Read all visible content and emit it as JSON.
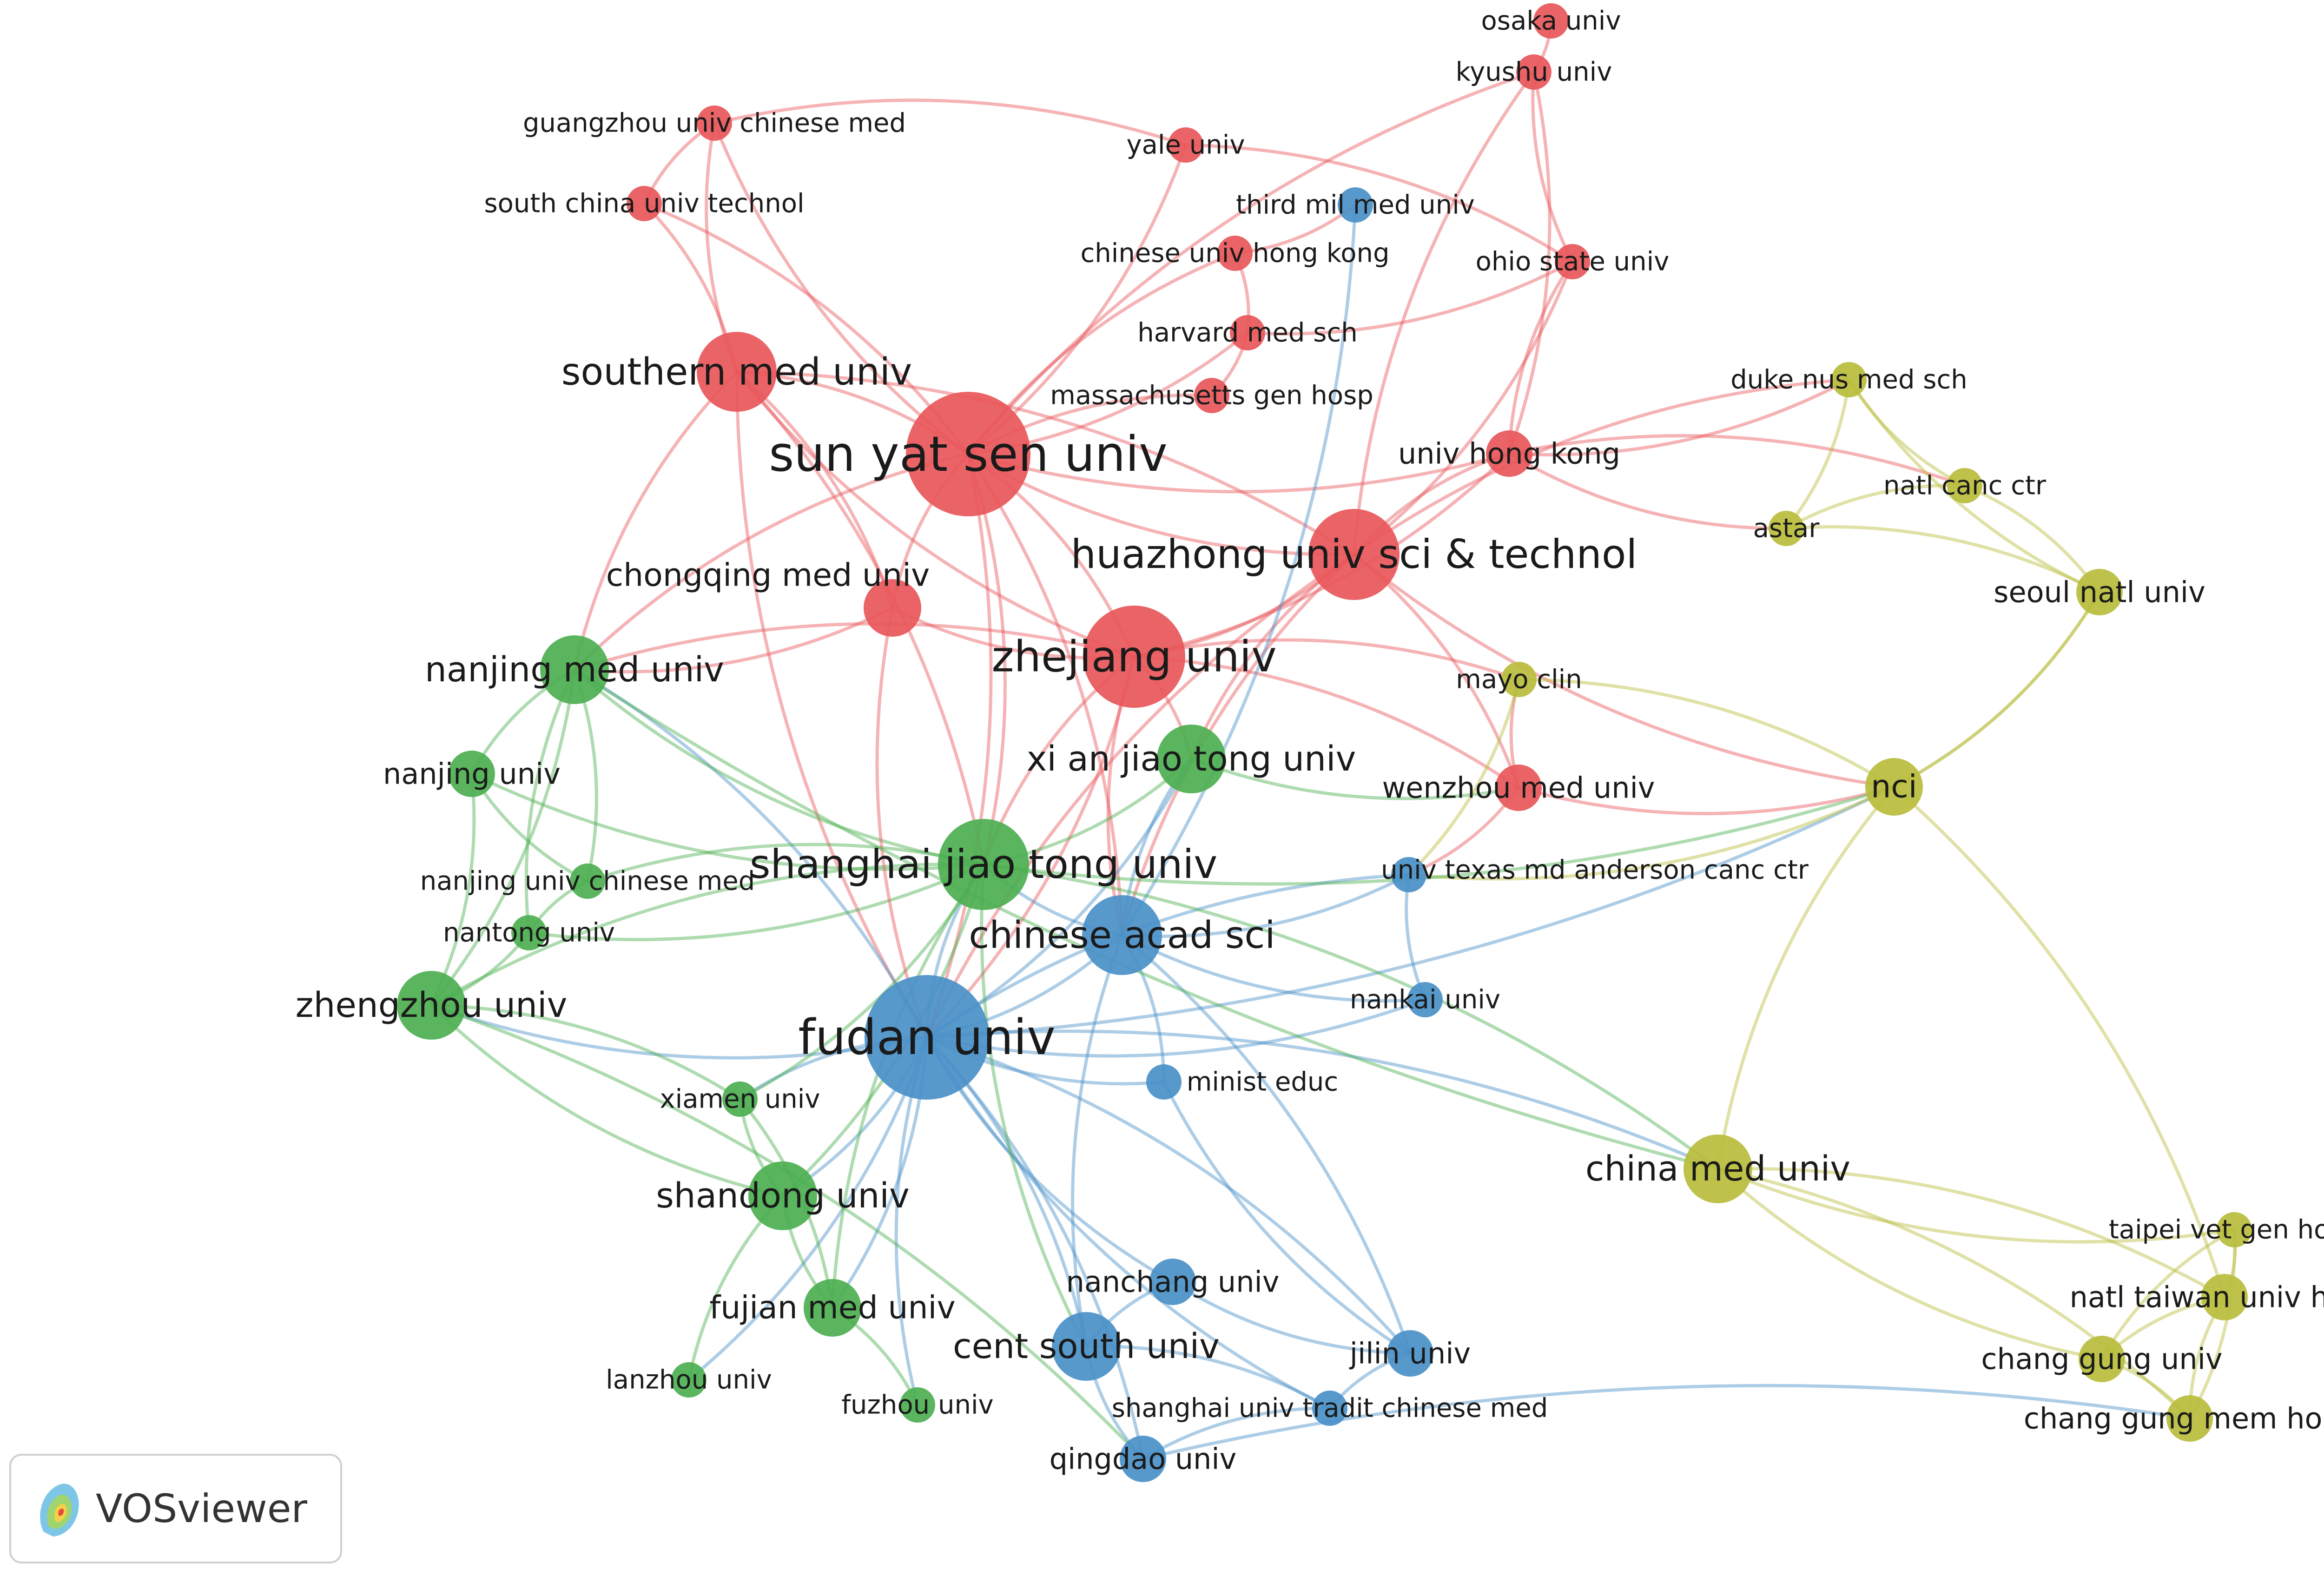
{
  "app": {
    "name": "VOSviewer"
  },
  "clusters": {
    "red": "#e8575a",
    "green": "#4caf50",
    "blue": "#4a90c8",
    "yellow": "#b9bd3c"
  },
  "nodes": [
    {
      "id": "sun_yat_sen",
      "label": "sun yat sen univ",
      "cluster": "red",
      "weight": 10
    },
    {
      "id": "southern_med",
      "label": "southern med univ",
      "cluster": "red",
      "weight": 6
    },
    {
      "id": "zhejiang",
      "label": "zhejiang univ",
      "cluster": "red",
      "weight": 8
    },
    {
      "id": "huazhong",
      "label": "huazhong univ sci & technol",
      "cluster": "red",
      "weight": 7
    },
    {
      "id": "chongqing",
      "label": "chongqing med univ",
      "cluster": "red",
      "weight": 4
    },
    {
      "id": "guangzhou_cm",
      "label": "guangzhou univ chinese med",
      "cluster": "red",
      "weight": 2
    },
    {
      "id": "south_china_tech",
      "label": "south china univ technol",
      "cluster": "red",
      "weight": 2
    },
    {
      "id": "yale",
      "label": "yale univ",
      "cluster": "red",
      "weight": 2
    },
    {
      "id": "osaka",
      "label": "osaka univ",
      "cluster": "red",
      "weight": 2
    },
    {
      "id": "kyushu",
      "label": "kyushu univ",
      "cluster": "red",
      "weight": 2
    },
    {
      "id": "chinese_hk",
      "label": "chinese univ hong kong",
      "cluster": "red",
      "weight": 2
    },
    {
      "id": "ohio",
      "label": "ohio state univ",
      "cluster": "red",
      "weight": 2
    },
    {
      "id": "harvard",
      "label": "harvard med sch",
      "cluster": "red",
      "weight": 2
    },
    {
      "id": "mass_gen",
      "label": "massachusetts gen hosp",
      "cluster": "red",
      "weight": 2
    },
    {
      "id": "hong_kong",
      "label": "univ hong kong",
      "cluster": "red",
      "weight": 3
    },
    {
      "id": "wenzhou",
      "label": "wenzhou med univ",
      "cluster": "red",
      "weight": 3
    },
    {
      "id": "third_mil",
      "label": "third mil med univ",
      "cluster": "blue",
      "weight": 2
    },
    {
      "id": "fudan",
      "label": "fudan univ",
      "cluster": "blue",
      "weight": 10
    },
    {
      "id": "chinese_acad",
      "label": "chinese acad sci",
      "cluster": "blue",
      "weight": 6
    },
    {
      "id": "nankai",
      "label": "nankai univ",
      "cluster": "blue",
      "weight": 2
    },
    {
      "id": "minist_educ",
      "label": "minist educ",
      "cluster": "blue",
      "weight": 2
    },
    {
      "id": "ut_md",
      "label": "univ texas md anderson canc ctr",
      "cluster": "blue",
      "weight": 2
    },
    {
      "id": "nanchang",
      "label": "nanchang univ",
      "cluster": "blue",
      "weight": 3
    },
    {
      "id": "cent_south",
      "label": "cent south univ",
      "cluster": "blue",
      "weight": 5
    },
    {
      "id": "jilin",
      "label": "jilin univ",
      "cluster": "blue",
      "weight": 3
    },
    {
      "id": "shanghai_tcm",
      "label": "shanghai univ tradit chinese med",
      "cluster": "blue",
      "weight": 2
    },
    {
      "id": "qingdao",
      "label": "qingdao univ",
      "cluster": "blue",
      "weight": 3
    },
    {
      "id": "nanjing_med",
      "label": "nanjing med univ",
      "cluster": "green",
      "weight": 5
    },
    {
      "id": "nanjing",
      "label": "nanjing univ",
      "cluster": "green",
      "weight": 3
    },
    {
      "id": "nanjing_cm",
      "label": "nanjing univ chinese med",
      "cluster": "green",
      "weight": 2
    },
    {
      "id": "nantong",
      "label": "nantong univ",
      "cluster": "green",
      "weight": 2
    },
    {
      "id": "zhengzhou",
      "label": "zhengzhou univ",
      "cluster": "green",
      "weight": 5
    },
    {
      "id": "xi_an",
      "label": "xi an jiao tong univ",
      "cluster": "green",
      "weight": 5
    },
    {
      "id": "shanghai_jt",
      "label": "shanghai jiao tong univ",
      "cluster": "green",
      "weight": 7
    },
    {
      "id": "xiamen",
      "label": "xiamen univ",
      "cluster": "green",
      "weight": 2
    },
    {
      "id": "shandong",
      "label": "shandong univ",
      "cluster": "green",
      "weight": 5
    },
    {
      "id": "fujian",
      "label": "fujian med univ",
      "cluster": "green",
      "weight": 4
    },
    {
      "id": "lanzhou",
      "label": "lanzhou univ",
      "cluster": "green",
      "weight": 2
    },
    {
      "id": "fuzhou",
      "label": "fuzhou univ",
      "cluster": "green",
      "weight": 2
    },
    {
      "id": "duke_nus",
      "label": "duke nus med sch",
      "cluster": "yellow",
      "weight": 2
    },
    {
      "id": "natl_canc",
      "label": "natl canc ctr",
      "cluster": "yellow",
      "weight": 2
    },
    {
      "id": "astar",
      "label": "astar",
      "cluster": "yellow",
      "weight": 2
    },
    {
      "id": "seoul",
      "label": "seoul natl univ",
      "cluster": "yellow",
      "weight": 3
    },
    {
      "id": "mayo",
      "label": "mayo clin",
      "cluster": "yellow",
      "weight": 2
    },
    {
      "id": "nci",
      "label": "nci",
      "cluster": "yellow",
      "weight": 4
    },
    {
      "id": "china_med",
      "label": "china med univ",
      "cluster": "yellow",
      "weight": 5
    },
    {
      "id": "taipei_vet",
      "label": "taipei vet gen hosp",
      "cluster": "yellow",
      "weight": 2
    },
    {
      "id": "natl_taiwan",
      "label": "natl taiwan univ hosp",
      "cluster": "yellow",
      "weight": 3
    },
    {
      "id": "chang_gung_univ",
      "label": "chang gung univ",
      "cluster": "yellow",
      "weight": 3
    },
    {
      "id": "chang_gung_mem",
      "label": "chang gung mem hosp",
      "cluster": "yellow",
      "weight": 3
    }
  ],
  "edges": [
    [
      "sun_yat_sen",
      "southern_med"
    ],
    [
      "sun_yat_sen",
      "zhejiang"
    ],
    [
      "sun_yat_sen",
      "huazhong"
    ],
    [
      "sun_yat_sen",
      "fudan"
    ],
    [
      "sun_yat_sen",
      "chongqing"
    ],
    [
      "sun_yat_sen",
      "guangzhou_cm"
    ],
    [
      "sun_yat_sen",
      "south_china_tech"
    ],
    [
      "sun_yat_sen",
      "chinese_hk"
    ],
    [
      "sun_yat_sen",
      "hong_kong"
    ],
    [
      "sun_yat_sen",
      "shanghai_jt"
    ],
    [
      "sun_yat_sen",
      "nanjing_med"
    ],
    [
      "sun_yat_sen",
      "chinese_acad"
    ],
    [
      "sun_yat_sen",
      "harvard"
    ],
    [
      "sun_yat_sen",
      "mass_gen"
    ],
    [
      "sun_yat_sen",
      "yale"
    ],
    [
      "sun_yat_sen",
      "kyushu"
    ],
    [
      "southern_med",
      "south_china_tech"
    ],
    [
      "southern_med",
      "guangzhou_cm"
    ],
    [
      "southern_med",
      "zhejiang"
    ],
    [
      "southern_med",
      "chongqing"
    ],
    [
      "southern_med",
      "fudan"
    ],
    [
      "southern_med",
      "shanghai_jt"
    ],
    [
      "southern_med",
      "nanjing_med"
    ],
    [
      "southern_med",
      "huazhong"
    ],
    [
      "zhejiang",
      "huazhong"
    ],
    [
      "zhejiang",
      "fudan"
    ],
    [
      "zhejiang",
      "shanghai_jt"
    ],
    [
      "zhejiang",
      "wenzhou"
    ],
    [
      "zhejiang",
      "chinese_acad"
    ],
    [
      "zhejiang",
      "xi_an"
    ],
    [
      "zhejiang",
      "nanjing_med"
    ],
    [
      "zhejiang",
      "chongqing"
    ],
    [
      "zhejiang",
      "hong_kong"
    ],
    [
      "zhejiang",
      "mayo"
    ],
    [
      "huazhong",
      "fudan"
    ],
    [
      "huazhong",
      "hong_kong"
    ],
    [
      "huazhong",
      "chinese_acad"
    ],
    [
      "huazhong",
      "wenzhou"
    ],
    [
      "huazhong",
      "xi_an"
    ],
    [
      "huazhong",
      "kyushu"
    ],
    [
      "huazhong",
      "ohio"
    ],
    [
      "huazhong",
      "duke_nus"
    ],
    [
      "huazhong",
      "nci"
    ],
    [
      "fudan",
      "shanghai_jt"
    ],
    [
      "fudan",
      "chinese_acad"
    ],
    [
      "fudan",
      "cent_south"
    ],
    [
      "fudan",
      "nanchang"
    ],
    [
      "fudan",
      "jilin"
    ],
    [
      "fudan",
      "shanghai_tcm"
    ],
    [
      "fudan",
      "qingdao"
    ],
    [
      "fudan",
      "minist_educ"
    ],
    [
      "fudan",
      "shandong"
    ],
    [
      "fudan",
      "xiamen"
    ],
    [
      "fudan",
      "zhengzhou"
    ],
    [
      "fudan",
      "nanjing_med"
    ],
    [
      "fudan",
      "fujian"
    ],
    [
      "fudan",
      "xi_an"
    ],
    [
      "fudan",
      "china_med"
    ],
    [
      "fudan",
      "nci"
    ],
    [
      "fudan",
      "ut_md"
    ],
    [
      "fudan",
      "nankai"
    ],
    [
      "fudan",
      "lanzhou"
    ],
    [
      "fudan",
      "fuzhou"
    ],
    [
      "chinese_acad",
      "shanghai_jt"
    ],
    [
      "chinese_acad",
      "nankai"
    ],
    [
      "chinese_acad",
      "minist_educ"
    ],
    [
      "chinese_acad",
      "cent_south"
    ],
    [
      "chinese_acad",
      "jilin"
    ],
    [
      "chinese_acad",
      "third_mil"
    ],
    [
      "chinese_acad",
      "xi_an"
    ],
    [
      "chinese_acad",
      "ut_md"
    ],
    [
      "shanghai_jt",
      "nanjing_med"
    ],
    [
      "shanghai_jt",
      "zhengzhou"
    ],
    [
      "shanghai_jt",
      "shandong"
    ],
    [
      "shanghai_jt",
      "xi_an"
    ],
    [
      "shanghai_jt",
      "nanjing"
    ],
    [
      "shanghai_jt",
      "nanjing_cm"
    ],
    [
      "shanghai_jt",
      "nantong"
    ],
    [
      "shanghai_jt",
      "fujian"
    ],
    [
      "shanghai_jt",
      "xiamen"
    ],
    [
      "shanghai_jt",
      "cent_south"
    ],
    [
      "shanghai_jt",
      "china_med"
    ],
    [
      "nanjing_med",
      "nanjing"
    ],
    [
      "nanjing_med",
      "nanjing_cm"
    ],
    [
      "nanjing_med",
      "nantong"
    ],
    [
      "nanjing_med",
      "zhengzhou"
    ],
    [
      "nanjing",
      "nanjing_cm"
    ],
    [
      "nanjing",
      "zhengzhou"
    ],
    [
      "nanjing_cm",
      "nantong"
    ],
    [
      "nantong",
      "zhengzhou"
    ],
    [
      "zhengzhou",
      "shandong"
    ],
    [
      "zhengzhou",
      "xiamen"
    ],
    [
      "shandong",
      "fujian"
    ],
    [
      "shandong",
      "xiamen"
    ],
    [
      "shandong",
      "lanzhou"
    ],
    [
      "fujian",
      "fuzhou"
    ],
    [
      "fujian",
      "xiamen"
    ],
    [
      "cent_south",
      "nanchang"
    ],
    [
      "cent_south",
      "qingdao"
    ],
    [
      "cent_south",
      "shanghai_tcm"
    ],
    [
      "jilin",
      "shanghai_tcm"
    ],
    [
      "qingdao",
      "shanghai_tcm"
    ],
    [
      "nanchang",
      "jilin"
    ],
    [
      "jilin",
      "minist_educ"
    ],
    [
      "xi_an",
      "wenzhou"
    ],
    [
      "wenzhou",
      "ut_md"
    ],
    [
      "wenzhou",
      "nci"
    ],
    [
      "wenzhou",
      "mayo"
    ],
    [
      "hong_kong",
      "duke_nus"
    ],
    [
      "hong_kong",
      "natl_canc"
    ],
    [
      "hong_kong",
      "kyushu"
    ],
    [
      "hong_kong",
      "ohio"
    ],
    [
      "hong_kong",
      "astar"
    ],
    [
      "osaka",
      "kyushu"
    ],
    [
      "kyushu",
      "ohio"
    ],
    [
      "chinese_hk",
      "harvard"
    ],
    [
      "chinese_hk",
      "third_mil"
    ],
    [
      "harvard",
      "mass_gen"
    ],
    [
      "harvard",
      "ohio"
    ],
    [
      "yale",
      "ohio"
    ],
    [
      "guangzhou_cm",
      "south_china_tech"
    ],
    [
      "guangzhou_cm",
      "yale"
    ],
    [
      "duke_nus",
      "natl_canc"
    ],
    [
      "duke_nus",
      "astar"
    ],
    [
      "duke_nus",
      "seoul"
    ],
    [
      "natl_canc",
      "seoul"
    ],
    [
      "natl_canc",
      "astar"
    ],
    [
      "astar",
      "seoul"
    ],
    [
      "nci",
      "mayo"
    ],
    [
      "nci",
      "ut_md"
    ],
    [
      "nci",
      "china_med"
    ],
    [
      "nci",
      "natl_taiwan"
    ],
    [
      "nci",
      "seoul"
    ],
    [
      "china_med",
      "natl_taiwan"
    ],
    [
      "china_med",
      "chang_gung_univ"
    ],
    [
      "china_med",
      "chang_gung_mem"
    ],
    [
      "china_med",
      "taipei_vet"
    ],
    [
      "taipei_vet",
      "natl_taiwan"
    ],
    [
      "natl_taiwan",
      "chang_gung_univ"
    ],
    [
      "chang_gung_univ",
      "chang_gung_mem"
    ],
    [
      "natl_taiwan",
      "chang_gung_mem"
    ],
    [
      "taipei_vet",
      "chang_gung_mem"
    ],
    [
      "taipei_vet",
      "chang_gung_univ"
    ],
    [
      "mayo",
      "ut_md"
    ],
    [
      "ut_md",
      "nankai"
    ],
    [
      "chongqing",
      "nanjing_med"
    ],
    [
      "chongqing",
      "fudan"
    ],
    [
      "qingdao",
      "chang_gung_mem"
    ],
    [
      "shanghai_jt",
      "nci"
    ],
    [
      "zhengzhou",
      "qingdao"
    ],
    [
      "nanjing_med",
      "china_med"
    ],
    [
      "seoul",
      "nci"
    ]
  ]
}
